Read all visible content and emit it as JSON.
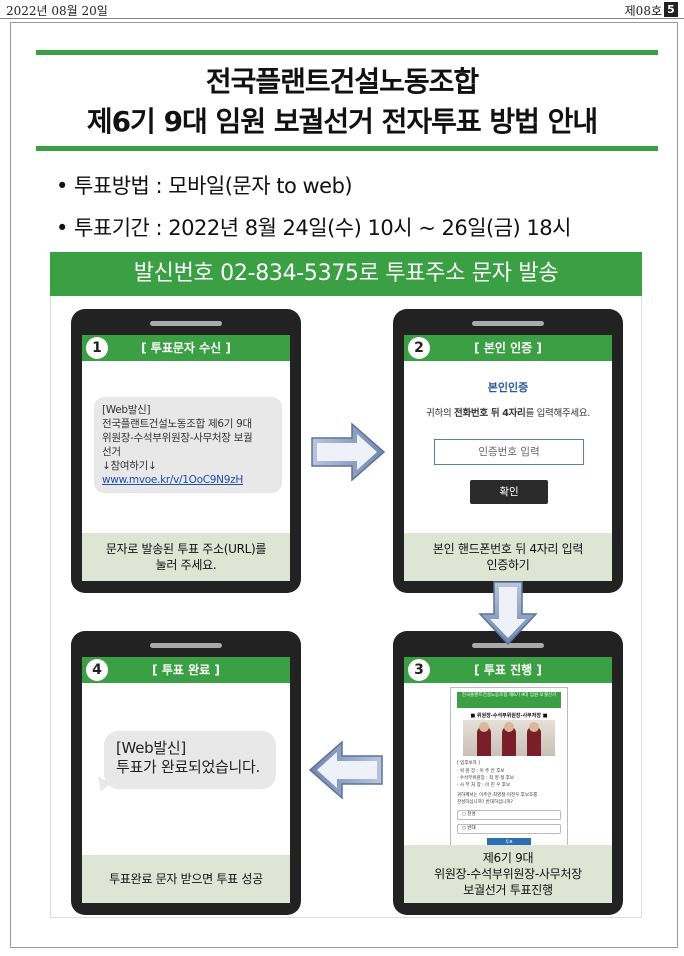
{
  "header": {
    "date": "2022년 08월 20일",
    "issue": "제08호",
    "page": "5"
  },
  "title": {
    "line1": "전국플랜트건설노동조합",
    "line2": "제6기 9대 임원 보궐선거 전자투표 방법 안내"
  },
  "bullets": [
    "• 투표방법 : 모바일(문자 to web)",
    "• 투표기간 : 2022년 8월 24일(수) 10시 ~ 26일(금) 18시"
  ],
  "banner": "발신번호 02-834-5375로 투표주소 문자 발송",
  "steps": [
    {
      "num": "1",
      "title": "[ 투표문자 수신 ]",
      "message_lines": [
        "[Web발신]",
        "전국플랜트건설노동조합 제6기 9대",
        "위원장-수석부위원장-사무처장 보궐",
        "선거",
        "↓참여하기↓"
      ],
      "link": "www.mvoe.kr/v/1OoC9N9zH",
      "caption": "문자로 발송된 투표 주소(URL)를\n눌러 주세요."
    },
    {
      "num": "2",
      "title": "[ 본인 인증 ]",
      "auth_title": "본인인증",
      "auth_desc_pre": "귀하의 ",
      "auth_desc_bold": "전화번호 뒤 4자리",
      "auth_desc_post": "를 입력해주세요.",
      "input_placeholder": "인증번호 입력",
      "confirm_label": "확인",
      "caption": "본인 핸드폰번호 뒤 4자리 입력\n인증하기"
    },
    {
      "num": "3",
      "title": "[ 투표 진행 ]",
      "vote_head": "전국플랜트건설노동조합 제6기 9대 임원 보궐선거",
      "vote_sub": "■ 위원장-수석부위원장-사무처장 ■",
      "vote_lines": [
        "[ 입후보자 ]",
        "· 위 원 장 : 이 주 안 후보",
        "· 수석부위원장 : 최 영 철 후보",
        "· 사 무 처 장 : 이 진 우 후보",
        "귀하께서는 이주안·최영철·이진우 후보조를",
        "찬성하십니까? 반대하십니까?"
      ],
      "vote_opt_yes": "찬성",
      "vote_opt_no": "반대",
      "vote_send": "투표",
      "caption": "제6기 9대\n위원장-수석부위원장-사무처장\n보궐선거 투표진행"
    },
    {
      "num": "4",
      "title": "[ 투표 완료 ]",
      "message_lines": [
        "[Web발신]",
        "투표가 완료되었습니다."
      ],
      "caption": "투표완료 문자 받으면 투표 성공"
    }
  ],
  "colors": {
    "green": "#3aa043",
    "caption_bg": "#dfe5d4",
    "link": "#1f4fb0",
    "arrow": "#7d93b8"
  }
}
